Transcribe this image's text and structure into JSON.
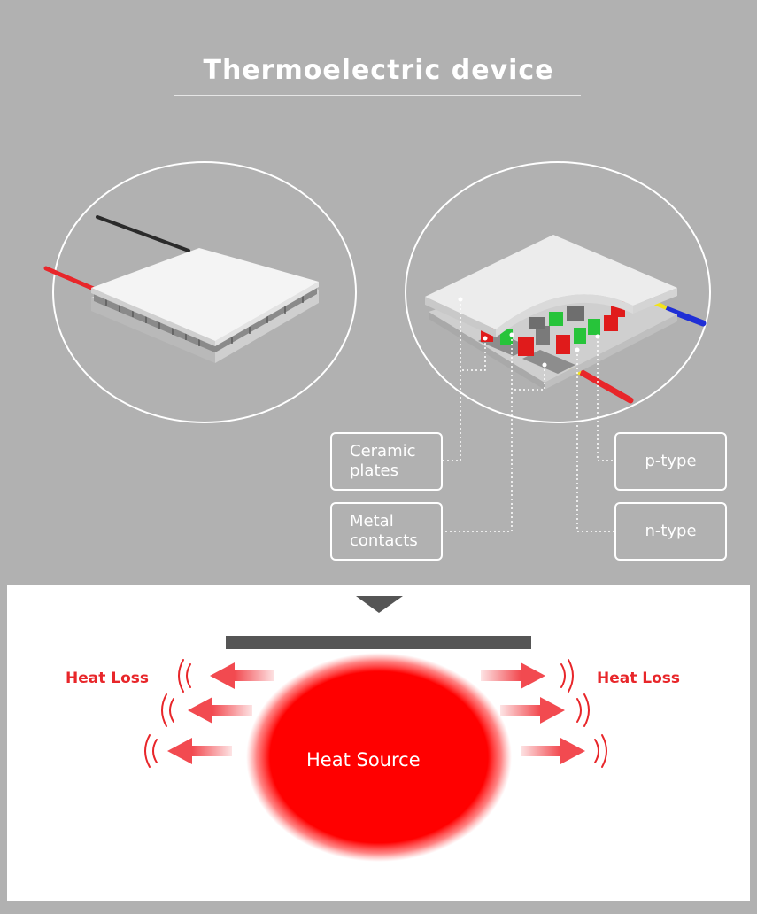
{
  "title": "Thermoelectric device",
  "labels": {
    "ceramic_line1": "Ceramic",
    "ceramic_line2": "plates",
    "metal_line1": "Metal",
    "metal_line2": "contacts",
    "p_type": "p-type",
    "n_type": "n-type"
  },
  "bottom": {
    "heat_loss_left": "Heat Loss",
    "heat_loss_right": "Heat Loss",
    "heat_source": "Heat Source"
  },
  "colors": {
    "background": "#b1b1b1",
    "heat_red": "#ff0000",
    "accent_red": "#e8262a",
    "arrow_red": "#f25055",
    "plate_dark": "#555555",
    "p_type_color": "#e01b1b",
    "n_type_color": "#27c43a"
  }
}
